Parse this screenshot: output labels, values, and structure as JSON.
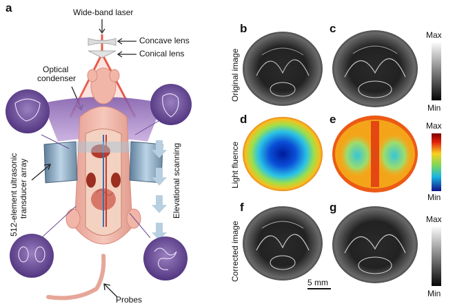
{
  "panel_a": {
    "label": "a",
    "callouts": {
      "laser": "Wide-band laser",
      "concave": "Concave lens",
      "conical": "Conical lens",
      "condenser_line1": "Optical",
      "condenser_line2": "condenser",
      "array_line1": "512-element ultrasonic",
      "array_line2": "transducer array",
      "scanning": "Elevational scanning",
      "probes": "Probes"
    }
  },
  "panels": {
    "b": "b",
    "c": "c",
    "d": "d",
    "e": "e",
    "f": "f",
    "g": "g"
  },
  "row_labels": {
    "original": "Original image",
    "fluence": "Light fluence",
    "corrected": "Corrected image"
  },
  "colorbars": {
    "gray_top": {
      "max": "Max",
      "min": "Min"
    },
    "jet": {
      "max": "Max",
      "min": "Min"
    },
    "gray_bottom": {
      "max": "Max",
      "min": "Min"
    }
  },
  "scalebar": {
    "label": "5 mm"
  }
}
